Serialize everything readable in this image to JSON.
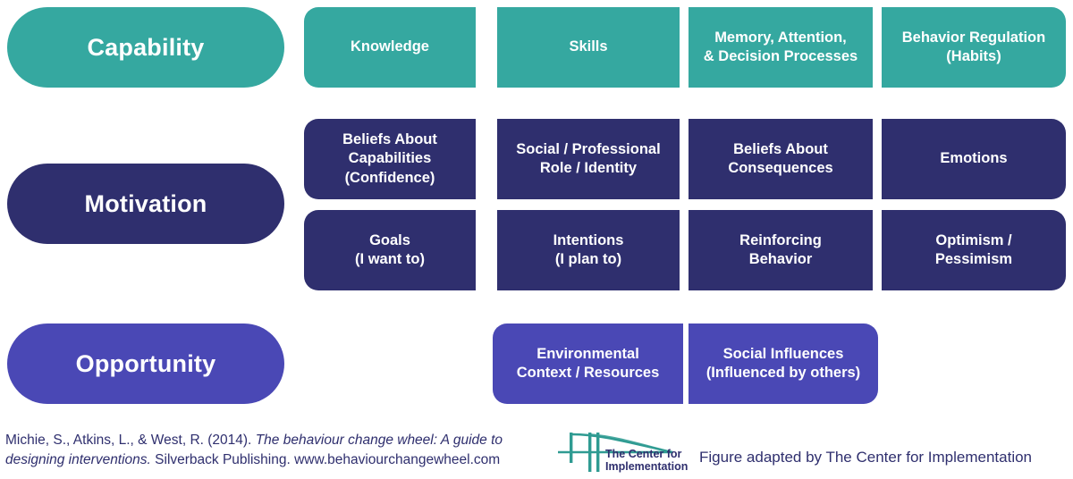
{
  "figure": {
    "title": "COM-B / Theoretical Domains Framework summary",
    "colors": {
      "capability_teal": "#35A8A0",
      "motivation_navy": "#2F2F6E",
      "opportunity_indigo": "#4A48B5",
      "background": "#FFFFFF",
      "text_on_color": "#FFFFFF",
      "footer_text": "#2F2F6E"
    }
  },
  "rows": {
    "capability": {
      "label": "Capability",
      "items": [
        {
          "line1": "Knowledge",
          "line2": ""
        },
        {
          "line1": "Skills",
          "line2": ""
        },
        {
          "line1": "Memory, Attention,",
          "line2": "& Decision Processes"
        },
        {
          "line1": "Behavior Regulation",
          "line2": "(Habits)"
        }
      ]
    },
    "motivation": {
      "label": "Motivation",
      "items_row1": [
        {
          "line1": "Beliefs About",
          "line2": "Capabilities",
          "line3": "(Confidence)"
        },
        {
          "line1": "Social / Professional",
          "line2": "Role / Identity",
          "line3": ""
        },
        {
          "line1": "Beliefs About",
          "line2": "Consequences",
          "line3": ""
        },
        {
          "line1": "Emotions",
          "line2": "",
          "line3": ""
        }
      ],
      "items_row2": [
        {
          "line1": "Goals",
          "line2": "(I want to)"
        },
        {
          "line1": "Intentions",
          "line2": "(I plan to)"
        },
        {
          "line1": "Reinforcing",
          "line2": "Behavior"
        },
        {
          "line1": "Optimism /",
          "line2": "Pessimism"
        }
      ]
    },
    "opportunity": {
      "label": "Opportunity",
      "items": [
        {
          "line1": "Environmental",
          "line2": "Context / Resources"
        },
        {
          "line1": "Social Influences",
          "line2": "(Influenced by others)"
        }
      ]
    }
  },
  "footer": {
    "citation_part1": "Michie, S., Atkins, L., & West, R. (2014). ",
    "citation_italic1": "The behaviour change wheel: A guide to designing interventions.",
    "citation_part2": " Silverback Publishing. www.behaviourchangewheel.com",
    "logo_line1": "The Center for",
    "logo_line2": "Implementation",
    "logo_icon": "bridge-icon",
    "adapted_note": "Figure adapted by The Center for Implementation"
  }
}
